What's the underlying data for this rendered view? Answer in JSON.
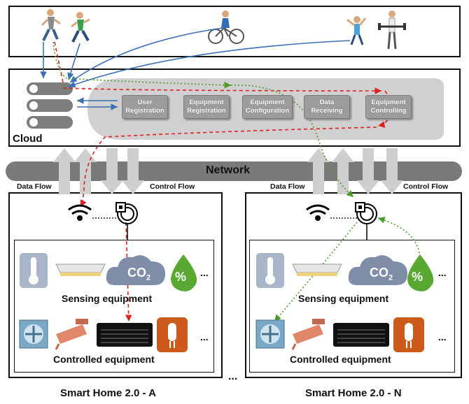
{
  "cloud": {
    "label": "Cloud",
    "modules": [
      {
        "line1": "User",
        "line2": "Registration"
      },
      {
        "line1": "Equipment",
        "line2": "Registration"
      },
      {
        "line1": "Equipment",
        "line2": "Configuration"
      },
      {
        "line1": "Data",
        "line2": "Receiving"
      },
      {
        "line1": "Equipment",
        "line2": "Controlling"
      }
    ]
  },
  "network": {
    "label": "Network"
  },
  "flows": {
    "data": "Data Flow",
    "control": "Control Flow"
  },
  "homes": [
    {
      "sensing_label": "Sensing equipment",
      "controlled_label": "Controlled equipment",
      "title": "Smart Home 2.0 - A",
      "co2": "CO",
      "co2_sub": "2",
      "humidity": "%",
      "ellipsis": "..."
    },
    {
      "sensing_label": "Sensing equipment",
      "controlled_label": "Controlled equipment",
      "title": "Smart Home 2.0 - N",
      "co2": "CO",
      "co2_sub": "2",
      "humidity": "%",
      "ellipsis": "..."
    }
  ],
  "between_ellipsis": "...",
  "colors": {
    "data_flow": "#3b6fb6",
    "control_flow": "#e02020",
    "dotted_flow": "#4c9a2a",
    "cloud_grey": "#d0d0d0",
    "arrow_grey": "#cfcfcf"
  }
}
